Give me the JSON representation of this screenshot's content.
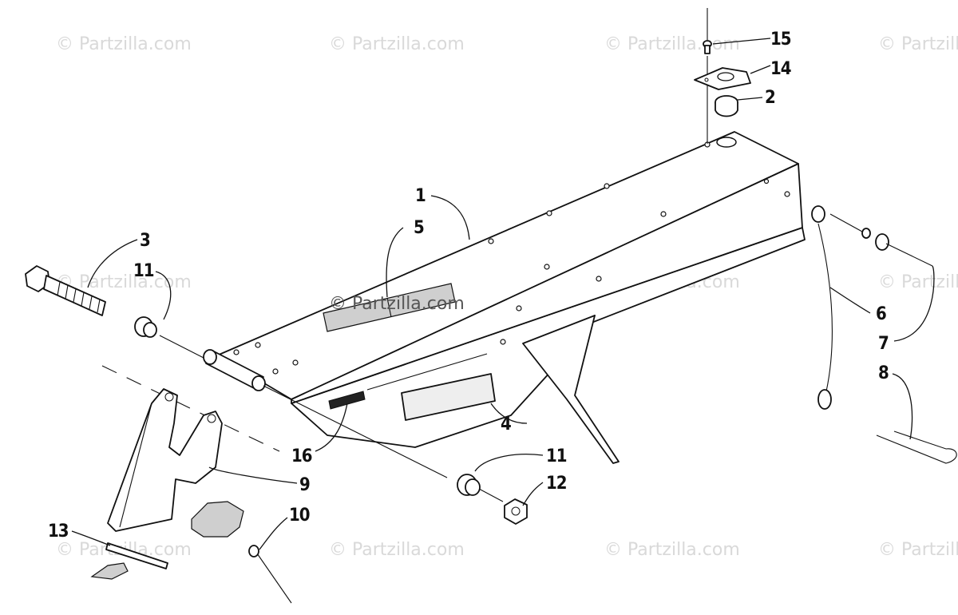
{
  "watermark": {
    "text": "© Partzilla.com",
    "center_text": "© Partzilla.com"
  },
  "callouts": [
    {
      "id": "c1",
      "label": "1"
    },
    {
      "id": "c2",
      "label": "2"
    },
    {
      "id": "c3",
      "label": "3"
    },
    {
      "id": "c4",
      "label": "4"
    },
    {
      "id": "c5",
      "label": "5"
    },
    {
      "id": "c6",
      "label": "6"
    },
    {
      "id": "c7",
      "label": "7"
    },
    {
      "id": "c8",
      "label": "8"
    },
    {
      "id": "c9",
      "label": "9"
    },
    {
      "id": "c10",
      "label": "10"
    },
    {
      "id": "c11a",
      "label": "11"
    },
    {
      "id": "c11b",
      "label": "11"
    },
    {
      "id": "c12",
      "label": "12"
    },
    {
      "id": "c13",
      "label": "13"
    },
    {
      "id": "c14",
      "label": "14"
    },
    {
      "id": "c15",
      "label": "15"
    },
    {
      "id": "c16",
      "label": "16"
    }
  ]
}
